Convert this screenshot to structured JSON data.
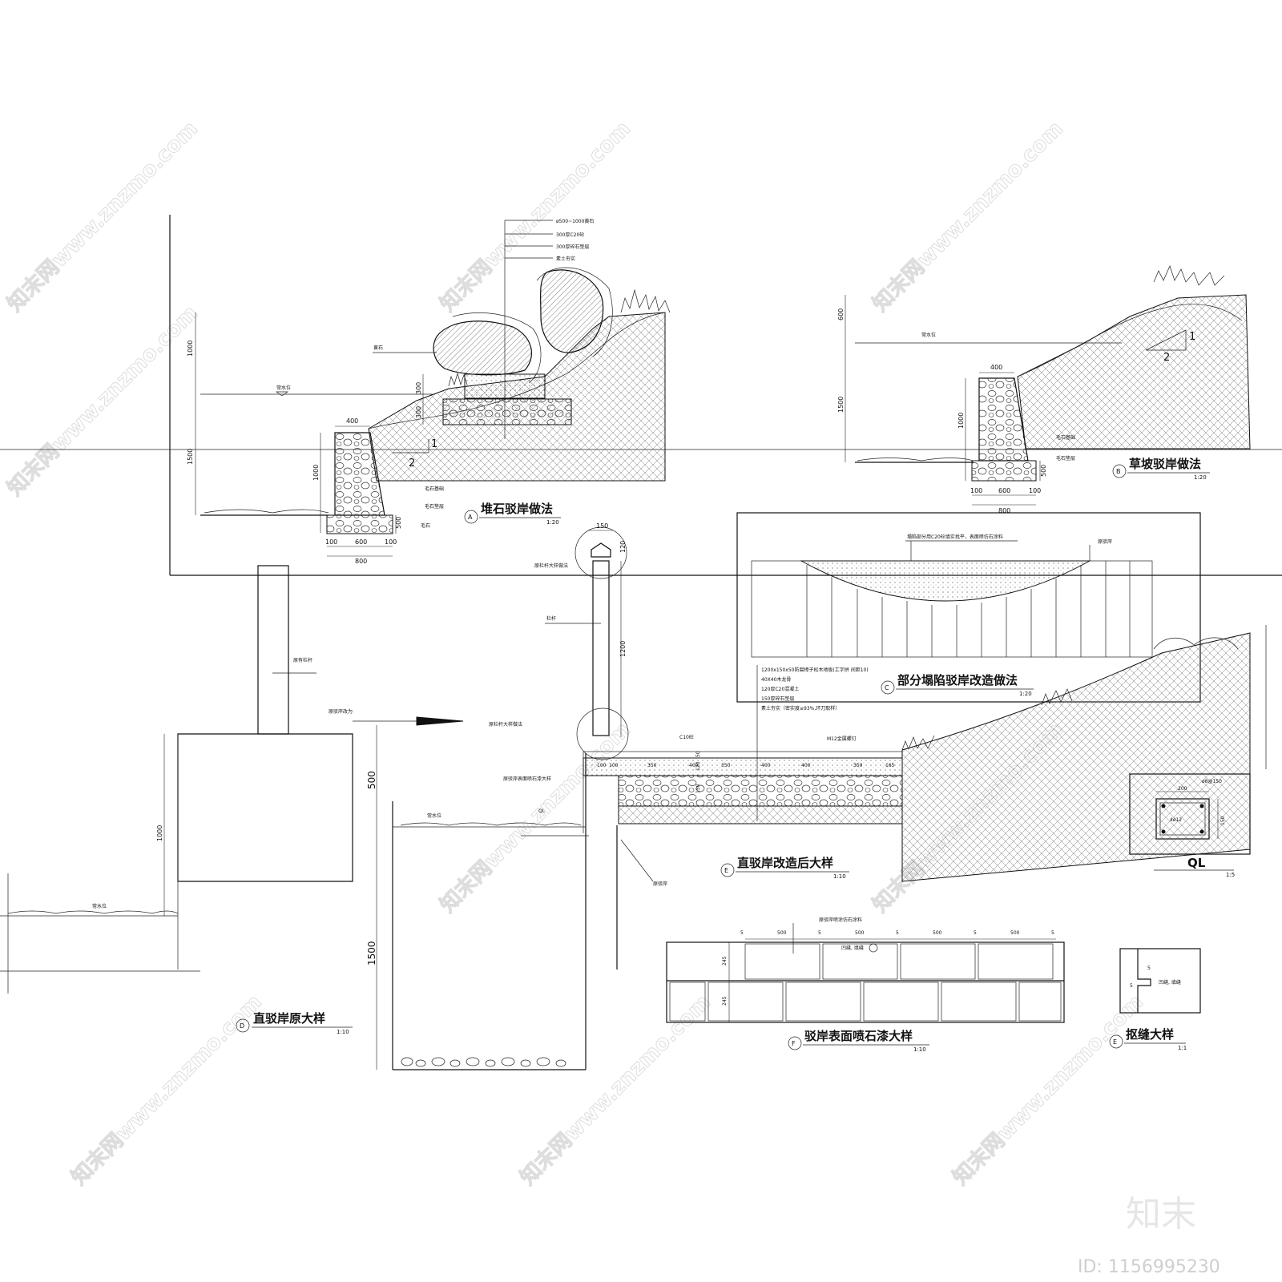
{
  "watermark": {
    "text": "知末网www.znzmo.com",
    "brand": "知末",
    "id": "ID: 1156995230"
  },
  "detailA": {
    "marker": "A",
    "title": "堆石驳岸做法",
    "scale": "1:20",
    "callouts": [
      "ø500~1000黄石",
      "300厚C20砼",
      "300厚碎石垫层",
      "素土夯实"
    ],
    "rock_label": "黄石",
    "water_label": "常水位",
    "dims": {
      "d1000": "1000",
      "d1500": "1500",
      "d300a": "300",
      "d300b": "300",
      "top400": "400",
      "h1000": "1000",
      "h500": "500",
      "b100a": "100",
      "b600": "600",
      "b100b": "100",
      "b800": "800"
    },
    "labels": [
      "毛石基础",
      "毛石垫层",
      "毛石"
    ],
    "slope": {
      "rise": "1",
      "run": "2"
    }
  },
  "detailB": {
    "marker": "B",
    "title": "草坡驳岸做法",
    "scale": "1:20",
    "water_label": "常水位",
    "dims": {
      "d600": "600",
      "d1500": "1500",
      "top400": "400",
      "h1000": "1000",
      "h500": "500",
      "b100a": "100",
      "b600": "600",
      "b100b": "100",
      "b800": "800"
    },
    "labels": [
      "毛石基础",
      "毛石垫层"
    ],
    "slope": {
      "rise": "1",
      "run": "2"
    }
  },
  "detailC": {
    "marker": "C",
    "title": "部分塌陷驳岸改造做法",
    "scale": "1:20",
    "callout": "塌陷部分用C20砼填实找平，表面喷仿石涂料",
    "side_label": "原驳岸"
  },
  "detailD": {
    "marker": "D",
    "title": "直驳岸原大样",
    "scale": "1:10",
    "labels": {
      "rail": "原有栏杆",
      "change": "原驳岸改为",
      "water": "常水位"
    },
    "dims": {
      "d1000": "1000"
    }
  },
  "detailE": {
    "marker": "E",
    "title": "直驳岸改造后大样",
    "scale": "1:10",
    "callouts": [
      "1200x150x50防腐樟子松木地板(工字拼 间距10)",
      "40X40木龙骨",
      "120厚C20混凝土",
      "150厚碎石垫层",
      "素土夯实（密实度≥93%,环刀取样）"
    ],
    "labels": {
      "rail": "栏杆",
      "c10": "C10砼",
      "m12": "M12金属螺钉",
      "ql": "QL",
      "water": "常水位",
      "wall": "原驳岸",
      "spray": "原驳岸表面喷石漆大样",
      "rail_detail": "原栏杆大样做法",
      "rail_detail2": "原栏杆大样做法",
      "top150": "150",
      "h120": "120",
      "h1200": "1200",
      "d500": "500",
      "d1500": "1500"
    },
    "deck": [
      "350",
      "400",
      "350",
      "400",
      "400",
      "350",
      "100",
      "100",
      "165"
    ],
    "deck_h": [
      "50",
      "120",
      "150"
    ]
  },
  "detailQL": {
    "title": "QL",
    "scale": "1:5",
    "label_top": "ø8@150",
    "label_in": "4ø12",
    "w": "200",
    "h": "150"
  },
  "detailF": {
    "marker": "F",
    "title": "驳岸表面喷石漆大样",
    "scale": "1:10",
    "label": "原驳岸喷涂仿石涂料",
    "joint_label": "凹缝, 填缝",
    "dims": {
      "w": [
        "5",
        "500",
        "5",
        "500",
        "5",
        "500",
        "5",
        "500",
        "5"
      ],
      "h1": "245",
      "h2": "245"
    }
  },
  "detailE2": {
    "marker": "E",
    "title": "抠缝大样",
    "scale": "1:1",
    "label": "凹缝, 填缝",
    "d5a": "5",
    "d5b": "5"
  }
}
